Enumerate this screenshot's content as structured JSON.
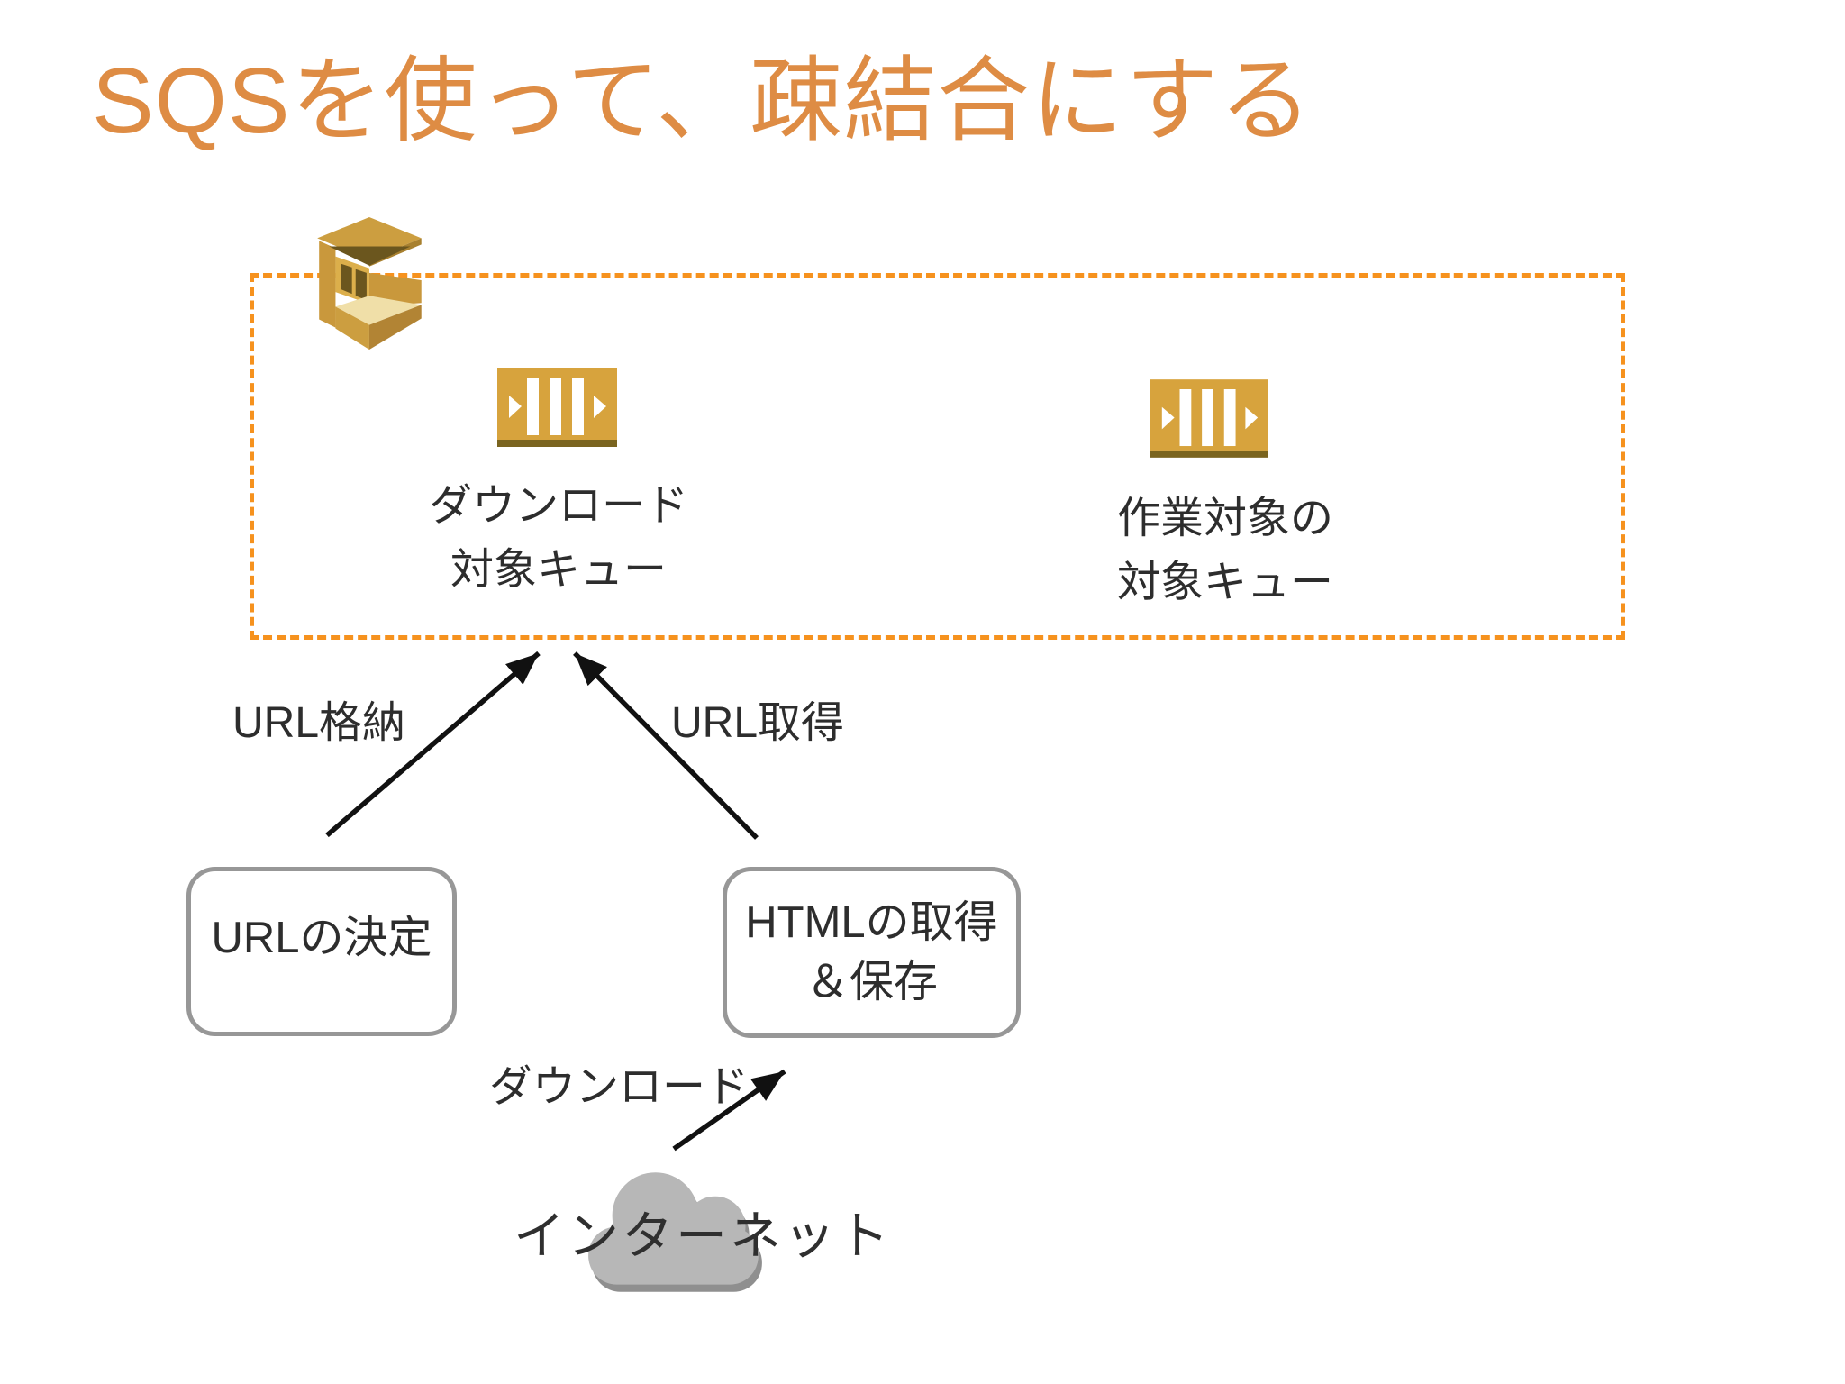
{
  "title": {
    "text": "SQSを使って、疎結合にする",
    "color": "#DE8C44"
  },
  "sqs_group": {
    "service_icon": "aws-sqs-service-icon",
    "boundary_style": "dashed-orange-rectangle",
    "queues": [
      {
        "icon": "sqs-queue-icon",
        "label_lines": [
          "ダウンロード",
          "対象キュー"
        ]
      },
      {
        "icon": "sqs-queue-icon",
        "label_lines": [
          "作業対象の",
          "対象キュー"
        ]
      }
    ]
  },
  "flows": [
    {
      "label": "URL格納",
      "from": "URLの決定",
      "to": "ダウンロード対象キュー"
    },
    {
      "label": "URL取得",
      "from": "HTMLの取得＆保存",
      "to": "ダウンロード対象キュー"
    },
    {
      "label": "ダウンロード",
      "from": "インターネット",
      "to": "HTMLの取得＆保存"
    }
  ],
  "nodes": [
    {
      "label": "URLの決定"
    },
    {
      "label_lines": [
        "HTMLの取得",
        "＆保存"
      ]
    }
  ],
  "internet": {
    "label": "インターネット",
    "icon": "cloud-icon"
  },
  "colors": {
    "title_orange": "#DE8C44",
    "boundary_dash_orange": "#F6921E",
    "queue_gold": "#D7A33D",
    "queue_gold_dark": "#7A641F",
    "node_border_gray": "#979797",
    "cloud_gray": "#B7B7B7",
    "cloud_shadow_gray": "#8F8F8F",
    "text_dark": "#2D2D2D",
    "arrow_black": "#111111"
  }
}
